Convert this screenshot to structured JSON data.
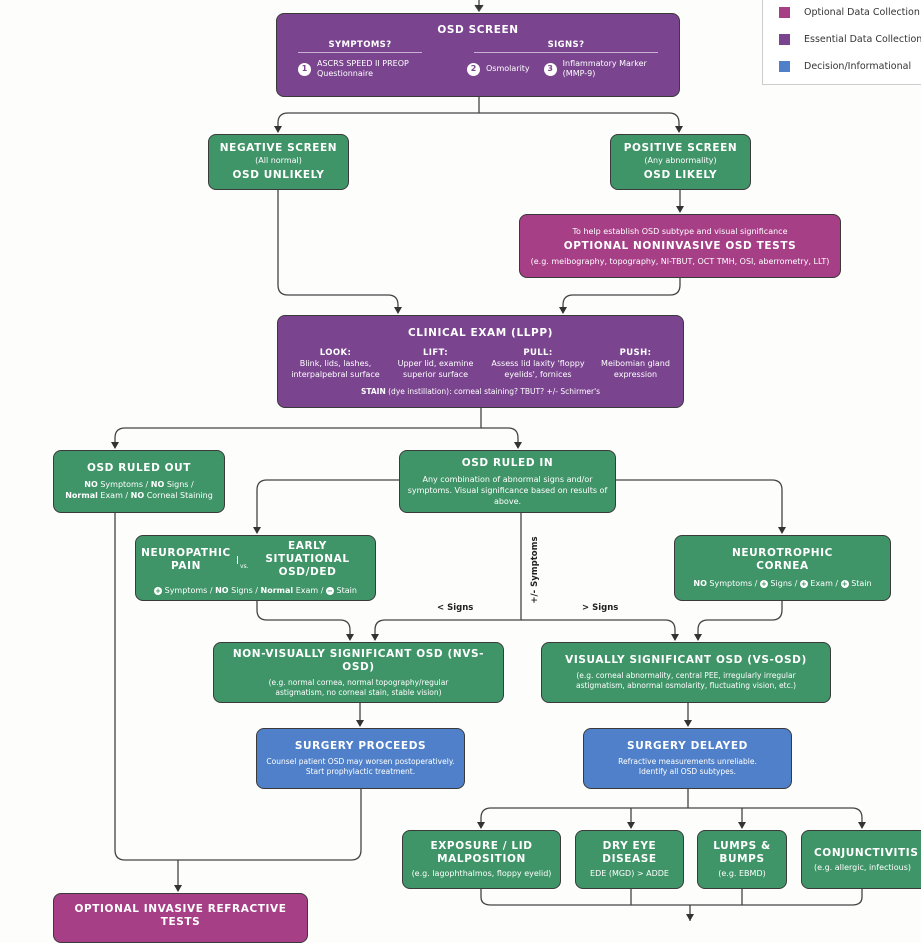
{
  "colors": {
    "optional": "#a63f86",
    "essential": "#7a458e",
    "decision": "#4f80c9",
    "diagnosis": "#3f9468"
  },
  "legend": [
    {
      "label": "Optional Data Collection",
      "color": "#a63f86"
    },
    {
      "label": "Essential Data Collection",
      "color": "#7a458e"
    },
    {
      "label": "Decision/Informational",
      "color": "#4f80c9"
    }
  ],
  "screen": {
    "title": "OSD SCREEN",
    "symptoms": "SYMPTOMS?",
    "signs": "SIGNS?",
    "items": [
      {
        "n": "1",
        "text": "ASCRS SPEED II PREOP Questionnaire"
      },
      {
        "n": "2",
        "text": "Osmolarity"
      },
      {
        "n": "3",
        "text": "Inflammatory Marker (MMP-9)"
      }
    ]
  },
  "negative": {
    "title": "NEGATIVE SCREEN",
    "sub": "(All normal)",
    "result": "OSD UNLIKELY"
  },
  "positive": {
    "title": "POSITIVE SCREEN",
    "sub": "(Any abnormality)",
    "result": "OSD LIKELY"
  },
  "noninvasive": {
    "intro": "To help establish OSD subtype and visual significance",
    "title": "OPTIONAL NONINVASIVE OSD TESTS",
    "sub": "(e.g. meibography, topography, NI-TBUT, OCT TMH, OSI, aberrometry, LLT)"
  },
  "exam": {
    "title": "CLINICAL EXAM (LLPP)",
    "cols": [
      {
        "h": "LOOK:",
        "t": "Blink, lids, lashes, interpalpebral surface"
      },
      {
        "h": "LIFT:",
        "t": "Upper lid, examine superior surface"
      },
      {
        "h": "PULL:",
        "t": "Assess lid laxity 'floppy eyelids', fornices"
      },
      {
        "h": "PUSH:",
        "t": "Meibomian gland expression"
      }
    ],
    "stain_b": "STAIN",
    "stain": " (dye instillation): corneal staining? TBUT? +/- Schirmer's"
  },
  "ruled_out": {
    "title": "OSD RULED OUT",
    "l1a": "NO",
    "l1b": " Symptoms / ",
    "l1c": "NO",
    "l1d": " Signs /",
    "l2a": "Normal",
    "l2b": " Exam / ",
    "l2c": "NO",
    "l2d": " Corneal Staining"
  },
  "ruled_in": {
    "title": "OSD RULED IN",
    "sub": "Any combination of abnormal signs and/or symptoms. Visual significance based on results of above."
  },
  "neuropathic": {
    "left": "NEUROPATHIC PAIN",
    "vs": "vs.",
    "right": "EARLY SITUATIONAL OSD/DED",
    "plus": "+",
    "a": " Symptoms / ",
    "b": "NO",
    "c": " Signs / ",
    "d": "Normal",
    "e": " Exam / ",
    "minus": "−",
    "f": " Stain"
  },
  "neurotrophic": {
    "title": "NEUROTROPHIC CORNEA",
    "a": "NO",
    "b": " Symptoms  / ",
    "plus": "+",
    "c": " Signs / ",
    "d": " Exam  / ",
    "e": " Stain"
  },
  "labels": {
    "symptoms": "+/- Symptoms",
    "less": "< Signs",
    "more": "> Signs"
  },
  "nvs": {
    "title": "NON-VISUALLY SIGNIFICANT OSD (NVS-OSD)",
    "sub": "(e.g. normal cornea, normal topography/regular astigmatism, no corneal stain, stable vision)"
  },
  "vs": {
    "title": "VISUALLY SIGNIFICANT OSD (VS-OSD)",
    "sub": "(e.g. corneal abnormality, central PEE, irregularly irregular astigmatism, abnormal osmolarity, fluctuating vision, etc.)"
  },
  "proceeds": {
    "title": "SURGERY PROCEEDS",
    "sub": "Counsel patient OSD may worsen postoperatively. Start prophylactic treatment."
  },
  "delayed": {
    "title": "SURGERY DELAYED",
    "sub": "Refractive measurements unreliable. Identify all OSD subtypes."
  },
  "subtypes": [
    {
      "title": "EXPOSURE / LID MALPOSITION",
      "sub": "(e.g. lagophthalmos, floppy eyelid)"
    },
    {
      "title": "DRY EYE DISEASE",
      "sub": "EDE (MGD) > ADDE"
    },
    {
      "title": "LUMPS & BUMPS",
      "sub": "(e.g. EBMD)"
    },
    {
      "title": "CONJUNCTIVITIS",
      "sub": "(e.g. allergic, infectious)"
    }
  ],
  "invasive": {
    "title": "OPTIONAL INVASIVE REFRACTIVE TESTS"
  }
}
